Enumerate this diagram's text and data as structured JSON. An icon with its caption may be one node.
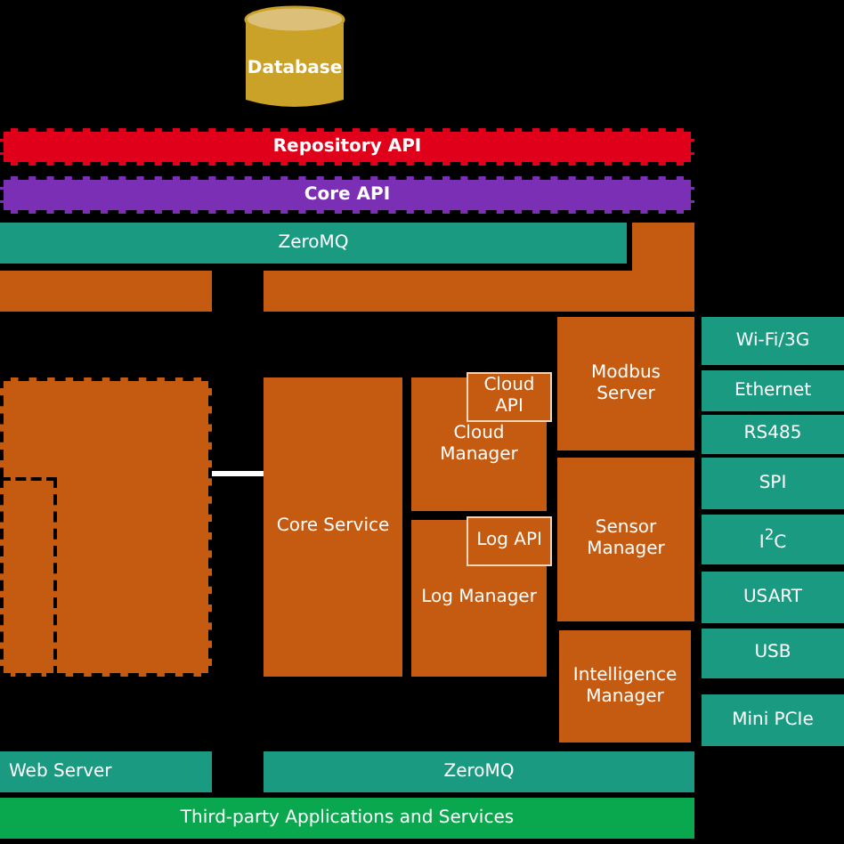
{
  "diagram": {
    "nodes": [
      {
        "text": [
          "Database"
        ]
      },
      {
        "text": [
          "Repository API"
        ]
      },
      {
        "text": [
          "Core API"
        ]
      },
      {
        "text": [
          "ZeroMQ"
        ]
      },
      {
        "text": [],
        "shape": "box"
      },
      {
        "text": [],
        "shape": "box"
      },
      {
        "text": [],
        "shape": "box"
      },
      {
        "text": [],
        "shape": "box",
        "in": 6
      },
      {
        "text": [
          "Core Service"
        ]
      },
      {
        "text": [
          "Cloud Manager"
        ]
      },
      {
        "text": [
          "Cloud API"
        ],
        "in": 9
      },
      {
        "text": [
          "Modbus Server"
        ]
      },
      {
        "text": [
          "Wi-Fi/3G"
        ]
      },
      {
        "text": [
          "Ethernet"
        ]
      },
      {
        "text": [
          "RS485"
        ]
      },
      {
        "text": [
          "Sensor Manager"
        ]
      },
      {
        "text": [
          "SPI"
        ]
      },
      {
        "text": [
          "Log Manager"
        ]
      },
      {
        "text": [
          "Log API"
        ],
        "in": 17
      },
      {
        "text": [
          "I$^{2}$C"
        ]
      },
      {
        "text": [
          "USART"
        ]
      },
      {
        "text": [
          "USB"
        ]
      },
      {
        "text": [
          "Intelligence Manager"
        ]
      },
      {
        "text": [
          "Mini PCIe"
        ]
      },
      {
        "text": [
          "Web Server"
        ]
      },
      {
        "text": [
          "ZeroMQ"
        ]
      },
      {
        "text": [
          "Third-party Applications and Services"
        ]
      }
    ],
    "edges": [
      {
        "from": 6,
        "to": 8,
        "arrow": "none"
      }
    ]
  }
}
